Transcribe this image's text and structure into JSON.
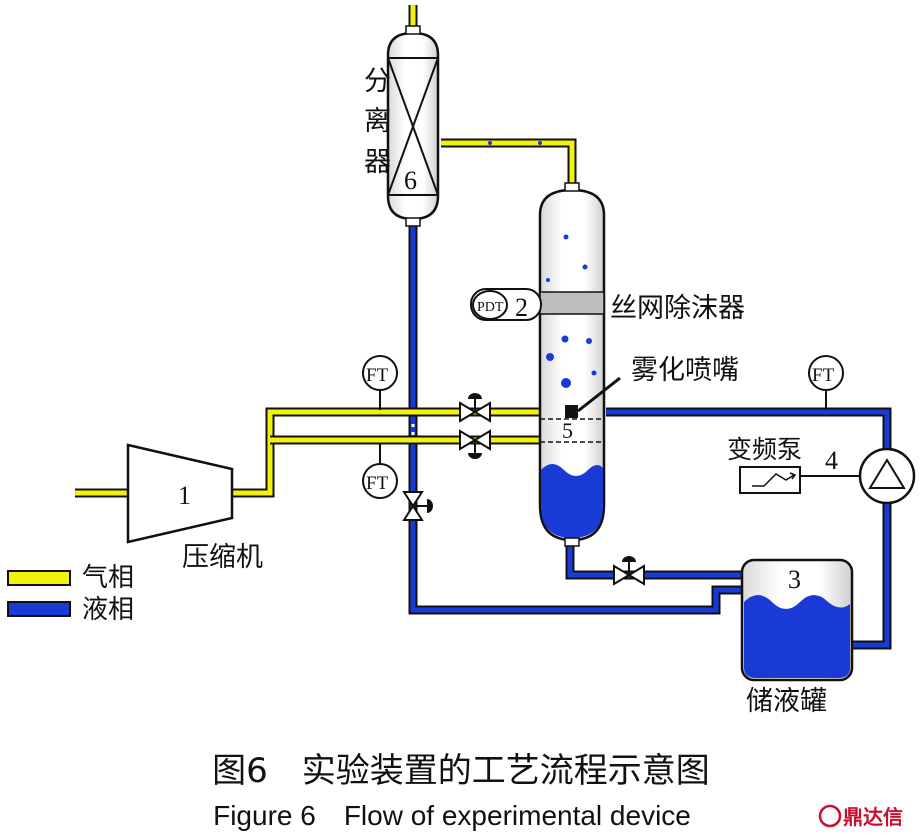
{
  "labels": {
    "separator_chars": [
      "分",
      "离",
      "器"
    ],
    "separator_num": "6",
    "column_num": "2",
    "pdt": "PDT",
    "mesh_demister": "丝网除沫器",
    "nozzle": "雾化喷嘴",
    "column_inner_num": "5",
    "ft": "FT",
    "compressor_num": "1",
    "compressor": "压缩机",
    "pump_label": "变频泵",
    "pump_num": "4",
    "tank_num": "3",
    "tank": "储液罐"
  },
  "legend": {
    "gas": "气相",
    "liquid": "液相",
    "gas_color": "#f2f20a",
    "liquid_color": "#1a3ad6"
  },
  "caption": {
    "cn": "图6　实验装置的工艺流程示意图",
    "en": "Figure 6　Flow of experimental device"
  },
  "watermark": {
    "text": "鼎达信"
  }
}
